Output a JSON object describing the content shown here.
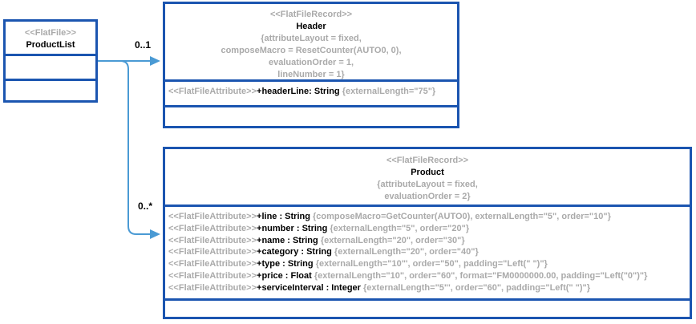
{
  "colors": {
    "box_border": "#1b55b0",
    "connector": "#4a9ad4",
    "muted_text": "#aaaaaa",
    "text": "#000000"
  },
  "edges": {
    "header_multiplicity": "0..1",
    "product_multiplicity": "0..*"
  },
  "productlist": {
    "stereotype": "<<FlatFile>>",
    "name": "ProductList"
  },
  "header": {
    "stereotype": "<<FlatFileRecord>>",
    "name": "Header",
    "constraints": [
      "{attributeLayout = fixed,",
      "composeMacro = ResetCounter(AUTO0, 0),",
      "evaluationOrder = 1,",
      "lineNumber = 1}"
    ],
    "attributes": [
      {
        "stereotype": "<<FlatFileAttribute>>",
        "signature": "+headerLine: String ",
        "constraint": "{externalLength=\"75\"}"
      }
    ]
  },
  "product": {
    "stereotype": "<<FlatFileRecord>>",
    "name": "Product",
    "constraints": [
      "{attributeLayout = fixed,",
      "evaluationOrder = 2}"
    ],
    "attributes": [
      {
        "stereotype": "<<FlatFileAttribute>>",
        "signature": "+line : String ",
        "constraint": "{composeMacro=GetCounter(AUTO0), externalLength=\"5\", order=\"10\"}"
      },
      {
        "stereotype": "<<FlatFileAttribute>>",
        "signature": "+number : String ",
        "constraint": "{externalLength=\"5\", order=\"20\"}"
      },
      {
        "stereotype": "<<FlatFileAttribute>>",
        "signature": "+name : String ",
        "constraint": "{externalLength=\"20\", order=\"30\"}"
      },
      {
        "stereotype": "<<FlatFileAttribute>>",
        "signature": "+category : String ",
        "constraint": "{externalLength=\"20\", order=\"40\"}"
      },
      {
        "stereotype": "<<FlatFileAttribute>>",
        "signature": "+type : String ",
        "constraint": "{externalLength=\"10\"', order=\"50\", padding=\"Left(\" \")\"}"
      },
      {
        "stereotype": "<<FlatFileAttribute>>",
        "signature": "+price : Float ",
        "constraint": "{externalLength=\"10\", order=\"60\", format=\"FM0000000.00, padding=\"Left(\"0\")\"}"
      },
      {
        "stereotype": "<<FlatFileAttribute>>",
        "signature": "+serviceInterval : Integer ",
        "constraint": "{externalLength=\"5\"', order=\"60\", padding=\"Left(\" \")\"}"
      }
    ]
  }
}
